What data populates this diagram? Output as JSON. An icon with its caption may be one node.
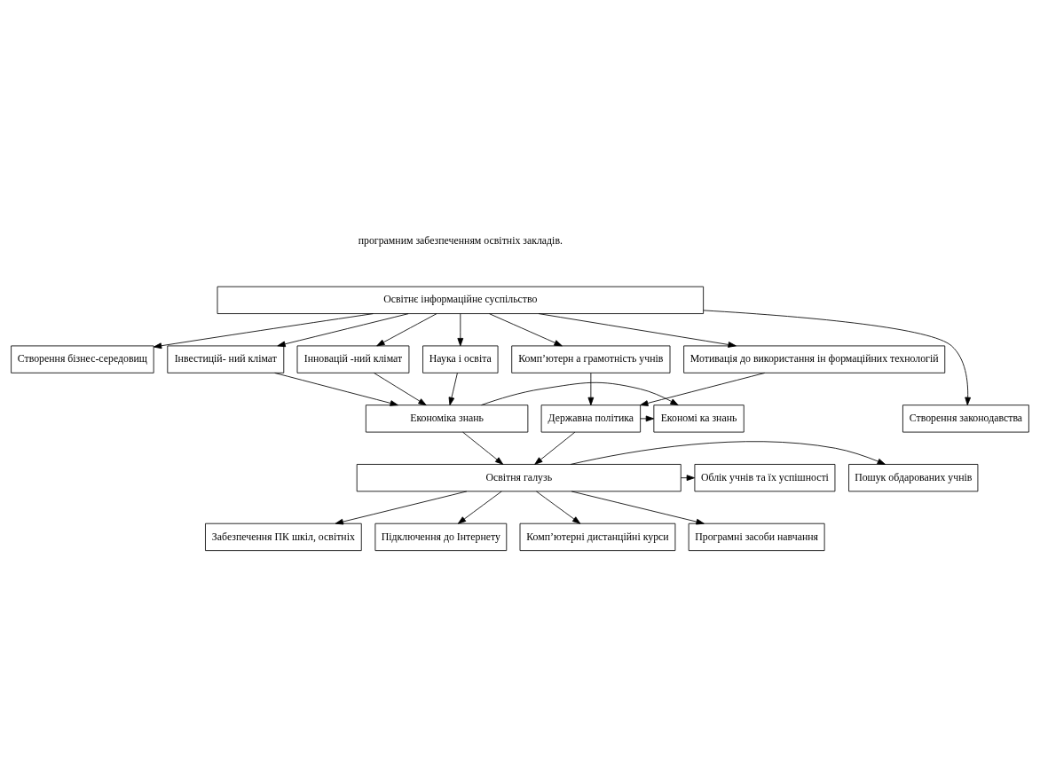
{
  "diagram": {
    "nodes": [
      {
        "text": [
          "Освітнє інформаційне суспільство"
        ]
      },
      {
        "text": [
          "Створення бізнес-середовищ"
        ]
      },
      {
        "text": [
          "Інвестицій- ний клімат"
        ]
      },
      {
        "text": [
          "Інновацій -ний клімат"
        ]
      },
      {
        "text": [
          "Наука і освіта"
        ]
      },
      {
        "text": [
          "Комп’ютерн а грамотність учнів"
        ]
      },
      {
        "text": [
          "Мотивація до використання ін формаційних технологій"
        ]
      },
      {
        "text": [
          "Створення законодавства"
        ]
      },
      {
        "text": [
          "Економіка знань"
        ]
      },
      {
        "text": [
          "Економі ка знань"
        ]
      },
      {
        "text": [
          "Державна політика"
        ]
      },
      {
        "text": [
          "Пошук обдарованих учнів"
        ]
      },
      {
        "text": [
          "Освітня галузь"
        ]
      },
      {
        "text": [
          "Облік учнів та їх успішності"
        ]
      },
      {
        "text": [
          "Забезпечення ПК шкіл, освітніх"
        ]
      },
      {
        "text": [
          "Підключення до Інтернету"
        ]
      },
      {
        "text": [
          "Комп’ютерні дистанційні курси"
        ]
      },
      {
        "text": [
          "Програмні засоби навчання"
        ]
      }
    ],
    "edges": [
      {
        "from": 0,
        "to": 1,
        "arrow": "to"
      },
      {
        "from": 0,
        "to": 2,
        "arrow": "to"
      },
      {
        "from": 0,
        "to": 3,
        "arrow": "to"
      },
      {
        "from": 0,
        "to": 4,
        "arrow": "to"
      },
      {
        "from": 0,
        "to": 5,
        "arrow": "to"
      },
      {
        "from": 0,
        "to": 6,
        "arrow": "to"
      },
      {
        "from": 0,
        "to": 7,
        "arrow": "to"
      },
      {
        "from": 2,
        "to": 8,
        "arrow": "to"
      },
      {
        "from": 3,
        "to": 8,
        "arrow": "to"
      },
      {
        "from": 4,
        "to": 8,
        "arrow": "to"
      },
      {
        "from": 5,
        "to": 10,
        "arrow": "to"
      },
      {
        "from": 6,
        "to": 10,
        "arrow": "to"
      },
      {
        "from": 8,
        "to": 9,
        "arrow": "to"
      },
      {
        "from": 10,
        "to": 9,
        "arrow": "to"
      },
      {
        "from": 8,
        "to": 12,
        "arrow": "to"
      },
      {
        "from": 10,
        "to": 12,
        "arrow": "to"
      },
      {
        "from": 12,
        "to": 11,
        "arrow": "to"
      },
      {
        "from": 12,
        "to": 13,
        "arrow": "to"
      },
      {
        "from": 12,
        "to": 14,
        "arrow": "to"
      },
      {
        "from": 12,
        "to": 15,
        "arrow": "to"
      },
      {
        "from": 12,
        "to": 16,
        "arrow": "to"
      },
      {
        "from": 12,
        "to": 17,
        "arrow": "to"
      }
    ],
    "labels": [
      "програмним забезпеченням освітніх закладів."
    ]
  }
}
